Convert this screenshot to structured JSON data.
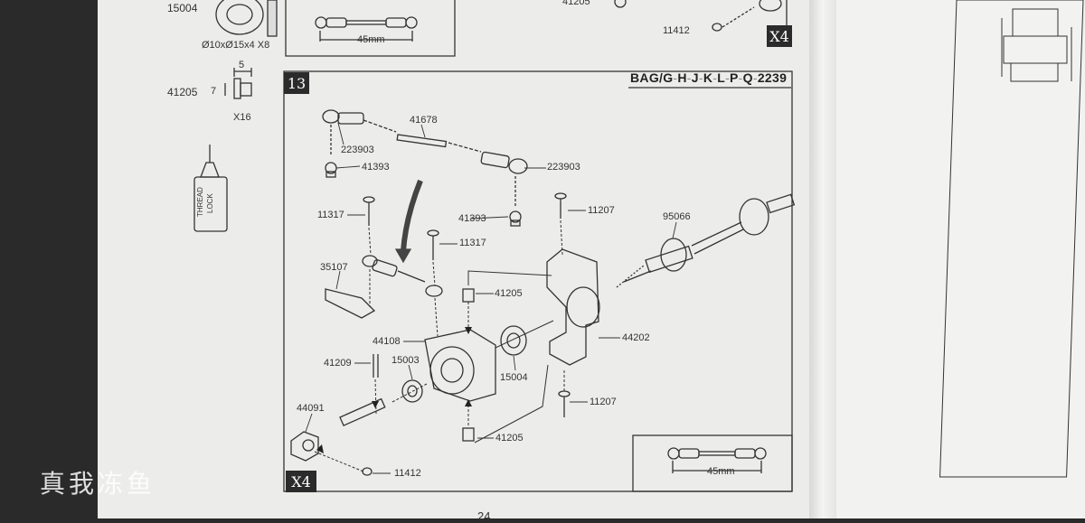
{
  "left_parts": {
    "part_15004": {
      "code": "15004",
      "spec": "Ø10xØ15x4 X8"
    },
    "part_41205": {
      "code": "41205",
      "dim_top": "5",
      "dim_side": "7",
      "qty": "X16"
    },
    "thread_lock": {
      "label_line1": "THREAD",
      "label_line2": "LOCK"
    }
  },
  "top_strip": {
    "rod_length": "45mm",
    "part_41205": "41205",
    "part_11412": "11412",
    "qty_badge": "X4"
  },
  "step13": {
    "step_number": "13",
    "bag_prefix": "BAG/G",
    "bag_letters": [
      "H",
      "J",
      "K",
      "L",
      "P",
      "Q"
    ],
    "bag_suffix": "2239",
    "qty_badge": "X4",
    "rod_length": "45mm",
    "part_labels": {
      "p41678": "41678",
      "p223903a": "223903",
      "p41393a": "41393",
      "p223903b": "223903",
      "p41393b": "41393",
      "p11317a": "11317",
      "p11317b": "11317",
      "p11207a": "11207",
      "p95066": "95066",
      "p35107": "35107",
      "p41205a": "41205",
      "p44108": "44108",
      "p41209": "41209",
      "p15003": "15003",
      "p15004": "15004",
      "p44202": "44202",
      "p11207b": "11207",
      "p44091": "44091",
      "p41205b": "41205",
      "p11412": "11412"
    }
  },
  "page_number": "24",
  "watermark": "真我冻鱼",
  "colors": {
    "ink": "#333333",
    "paper": "#ececea",
    "badge": "#2b2b2b"
  }
}
